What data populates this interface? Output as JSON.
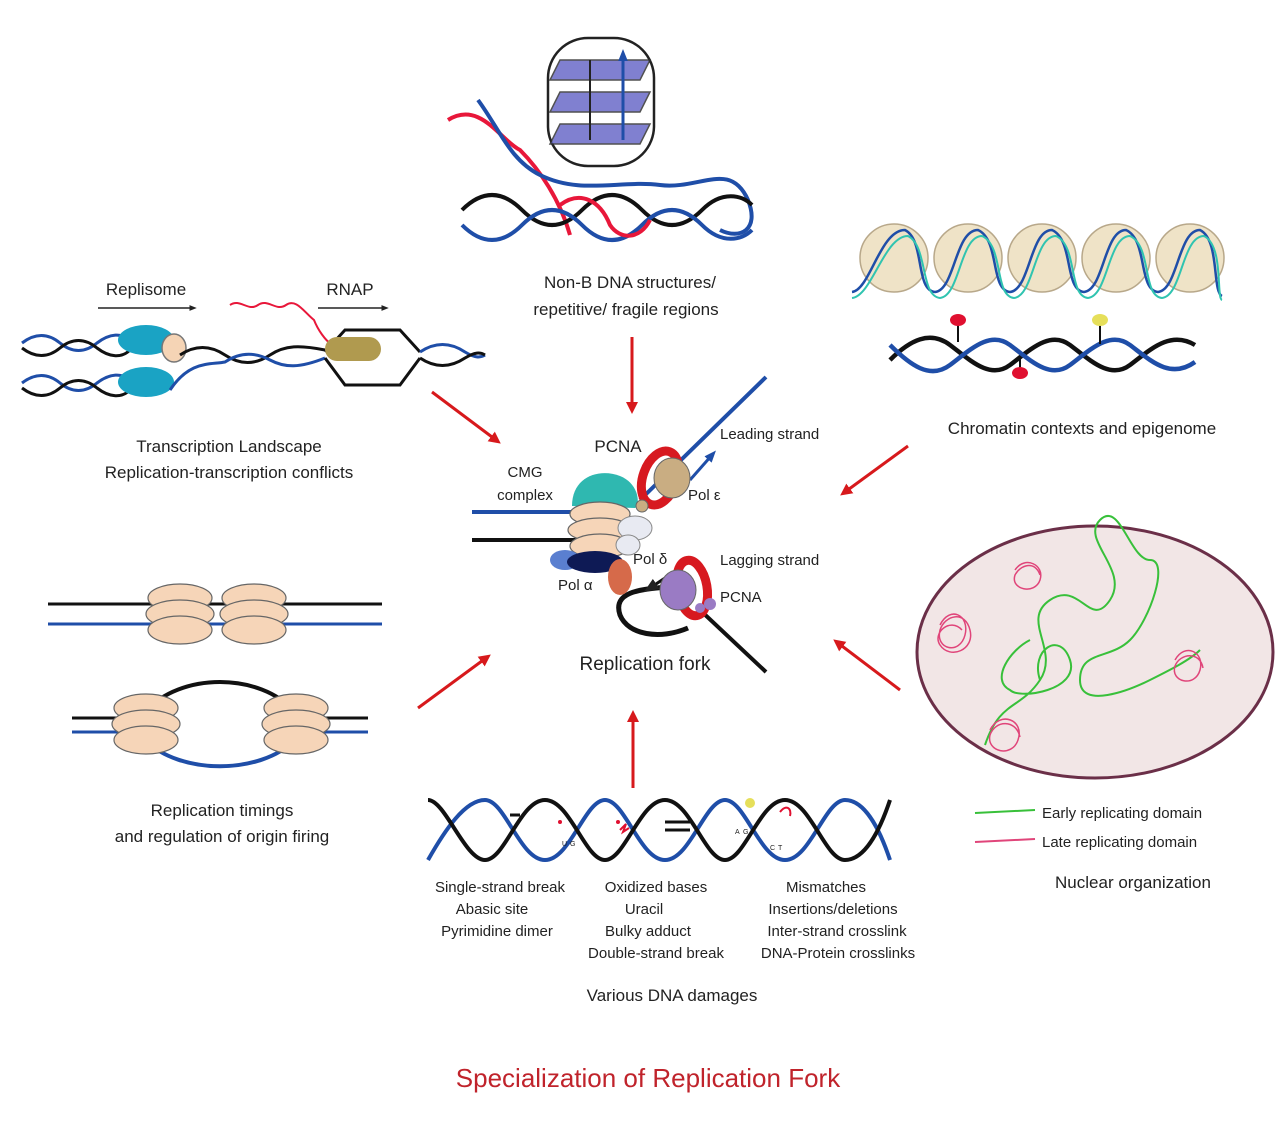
{
  "title": "Specialization of Replication Fork",
  "center": {
    "caption": "Replication fork",
    "cmg_line1": "CMG",
    "cmg_line2": "complex",
    "pcna_top": "PCNA",
    "leading": "Leading strand",
    "pol_epsilon": "Pol ε",
    "pol_delta": "Pol δ",
    "lagging": "Lagging strand",
    "pol_alpha": "Pol α",
    "pcna_bottom": "PCNA"
  },
  "transcription": {
    "replisome": "Replisome",
    "rnap": "RNAP",
    "line1": "Transcription Landscape",
    "line2": "Replication-transcription conflicts"
  },
  "nonb": {
    "line1": "Non-B DNA structures/",
    "line2": "repetitive/ fragile regions"
  },
  "chromatin": {
    "label": "Chromatin contexts and epigenome"
  },
  "timing": {
    "line1": "Replication timings",
    "line2": "and regulation of origin firing"
  },
  "damage": {
    "col1": [
      "Single-strand break",
      "Abasic site",
      "Pyrimidine dimer"
    ],
    "col2": [
      "Oxidized bases",
      "Uracil",
      "Bulky adduct",
      "Double-strand break"
    ],
    "col3": [
      "Mismatches",
      "Insertions/deletions",
      "Inter-strand crosslink",
      "DNA-Protein crosslinks"
    ],
    "title": "Various DNA damages",
    "base_labels": [
      "U",
      "G",
      "A",
      "G",
      "C",
      "T"
    ]
  },
  "nuclear": {
    "early": "Early replicating domain",
    "late": "Late replicating domain",
    "label": "Nuclear organization"
  },
  "colors": {
    "arrow": "#d7191c",
    "title": "#c0232b",
    "blue_strand": "#1f4ea8",
    "red_strand": "#e8173a",
    "early": "#38c03a",
    "late": "#e0457a",
    "mcm": "#f6d5b8",
    "cmg_teal": "#2fb8b0",
    "pcna": "#d71920",
    "replisome": "#1aa3c4",
    "rnap": "#b09a4f"
  }
}
